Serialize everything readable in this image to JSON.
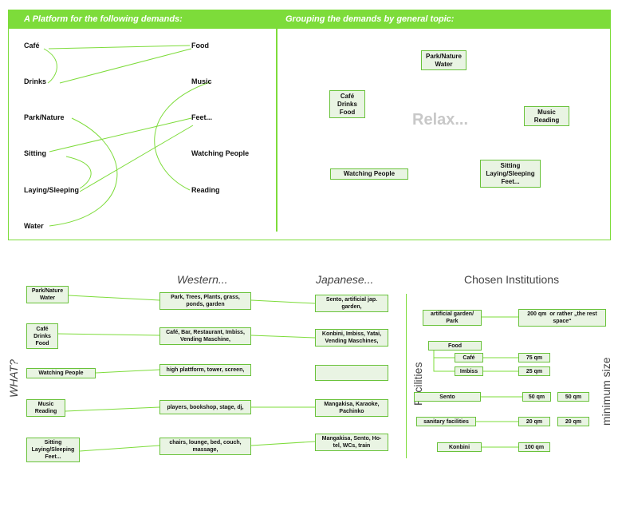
{
  "top": {
    "left_header": "A Platform for the following demands:",
    "right_header": "Grouping the demands by general topic:",
    "left_words": [
      "Café",
      "Drinks",
      "Park/Nature",
      "Sitting",
      "Laying/Sleeping",
      "Water"
    ],
    "right_words": [
      "Food",
      "Music",
      "Feet...",
      "Watching People",
      "Reading"
    ],
    "groups": {
      "park": "Park/Nature\nWater",
      "cafe": "Café\nDrinks\nFood",
      "music": "Music\nReading",
      "watching": "Watching People",
      "sitting": "Sitting\nLaying/Sleeping\nFeet..."
    },
    "center_word": "Relax..."
  },
  "bottom": {
    "western_title": "Western...",
    "japanese_title": "Japanese...",
    "chosen_title": "Chosen Institutions",
    "what_label": "WHAT?",
    "facilities_label": "Facilities",
    "min_size_label": "minimum size",
    "rows": [
      {
        "topic": "Park/Nature\nWater",
        "western": "Park, Trees, Plants, grass,\nponds, garden",
        "japanese": "Sento, artificial jap.\ngarden,"
      },
      {
        "topic": "Café\nDrinks\nFood",
        "western": "Café, Bar, Restaurant, Imbiss,\nVending Maschine,",
        "japanese": "Konbini, Imbiss, Yatai,\nVending Maschines,"
      },
      {
        "topic": "Watching People",
        "western": "high plattform, tower, screen,",
        "japanese": ""
      },
      {
        "topic": "Music\nReading",
        "western": "players, bookshop, stage, dj,",
        "japanese": "Mangakisa, Karaoke,\nPachinko"
      },
      {
        "topic": "Sitting\nLaying/Sleeping\nFeet...",
        "western": "chairs, lounge, bed, couch,\nmassage,",
        "japanese": "Mangakisa, Sento, Ho-\ntel, WCs, train"
      }
    ],
    "facilities": {
      "garden": "artificial garden/\nPark",
      "garden_size": "200 qm  or rather „the rest\nspace“",
      "food": "Food",
      "cafe": "Café",
      "cafe_size": "75 qm",
      "imbiss": "Imbiss",
      "imbiss_size": "25 qm",
      "sento": "Sento",
      "sento_size_a": "50 qm",
      "sento_size_b": "50 qm",
      "sanitary": "sanitary facilities",
      "sanitary_size_a": "20 qm",
      "sanitary_size_b": "20 qm",
      "konbini": "Konbini",
      "konbini_size": "100 qm"
    }
  }
}
